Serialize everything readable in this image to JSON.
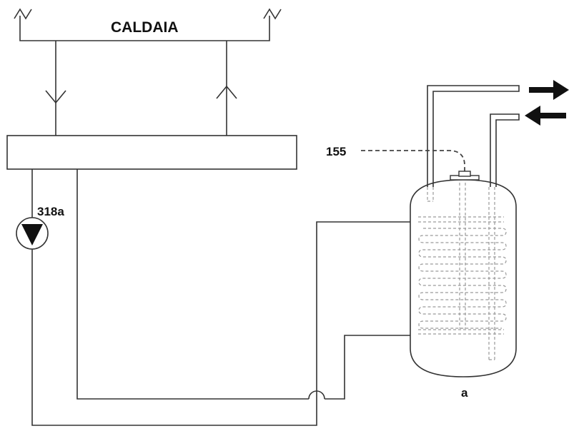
{
  "labels": {
    "boiler": "CALDAIA",
    "pump": "318a",
    "sensor": "155",
    "tank": "a"
  },
  "colors": {
    "line": "#333333",
    "dashed": "#444444",
    "coil": "#9a9a9a",
    "background": "#ffffff"
  },
  "icons": {
    "pump": "pump-symbol-icon",
    "flow_out": "arrow-right-icon",
    "flow_in": "arrow-left-icon",
    "flow_down": "chevron-down-icon",
    "flow_up": "chevron-up-icon",
    "vent": "air-vent-icon"
  }
}
